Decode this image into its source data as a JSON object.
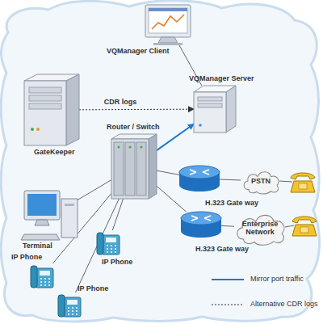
{
  "diagram": {
    "nodes": [
      {
        "text": [
          "VQManager Client"
        ]
      },
      {
        "text": [
          "VQManager Server"
        ]
      },
      {
        "text": [
          "GateKeeper"
        ]
      },
      {
        "text": [
          "Router / Switch"
        ]
      },
      {
        "text": [
          "H.323 Gate way"
        ]
      },
      {
        "text": [
          "PSTN"
        ]
      },
      {
        "text": [
          "H.323 Gate way"
        ]
      },
      {
        "text": [
          "Enterprise Network"
        ]
      },
      {
        "text": [
          "Terminal"
        ]
      },
      {
        "text": [
          "IP Phone"
        ]
      },
      {
        "text": [
          "IP Phone"
        ]
      },
      {
        "text": [
          "IP Phone"
        ]
      }
    ],
    "edges": [
      {
        "from": 1,
        "to": 0,
        "arrow": "none"
      },
      {
        "from": 2,
        "to": 1,
        "label": "CDR logs",
        "arrow": "to"
      },
      {
        "from": 3,
        "to": 1,
        "arrow": "to"
      },
      {
        "from": 3,
        "to": 4,
        "arrow": "none"
      },
      {
        "from": 4,
        "to": 5,
        "arrow": "none"
      },
      {
        "from": 3,
        "to": 6,
        "arrow": "none"
      },
      {
        "from": 6,
        "to": 7,
        "arrow": "none"
      },
      {
        "from": 3,
        "to": 8,
        "arrow": "none"
      },
      {
        "from": 3,
        "to": 9,
        "arrow": "none"
      },
      {
        "from": 3,
        "to": 10,
        "arrow": "none"
      },
      {
        "from": 3,
        "to": 11,
        "arrow": "none"
      }
    ],
    "legend": [
      {
        "text": "Mirror port traffic"
      },
      {
        "text": "Alternative CDR logs"
      }
    ]
  }
}
